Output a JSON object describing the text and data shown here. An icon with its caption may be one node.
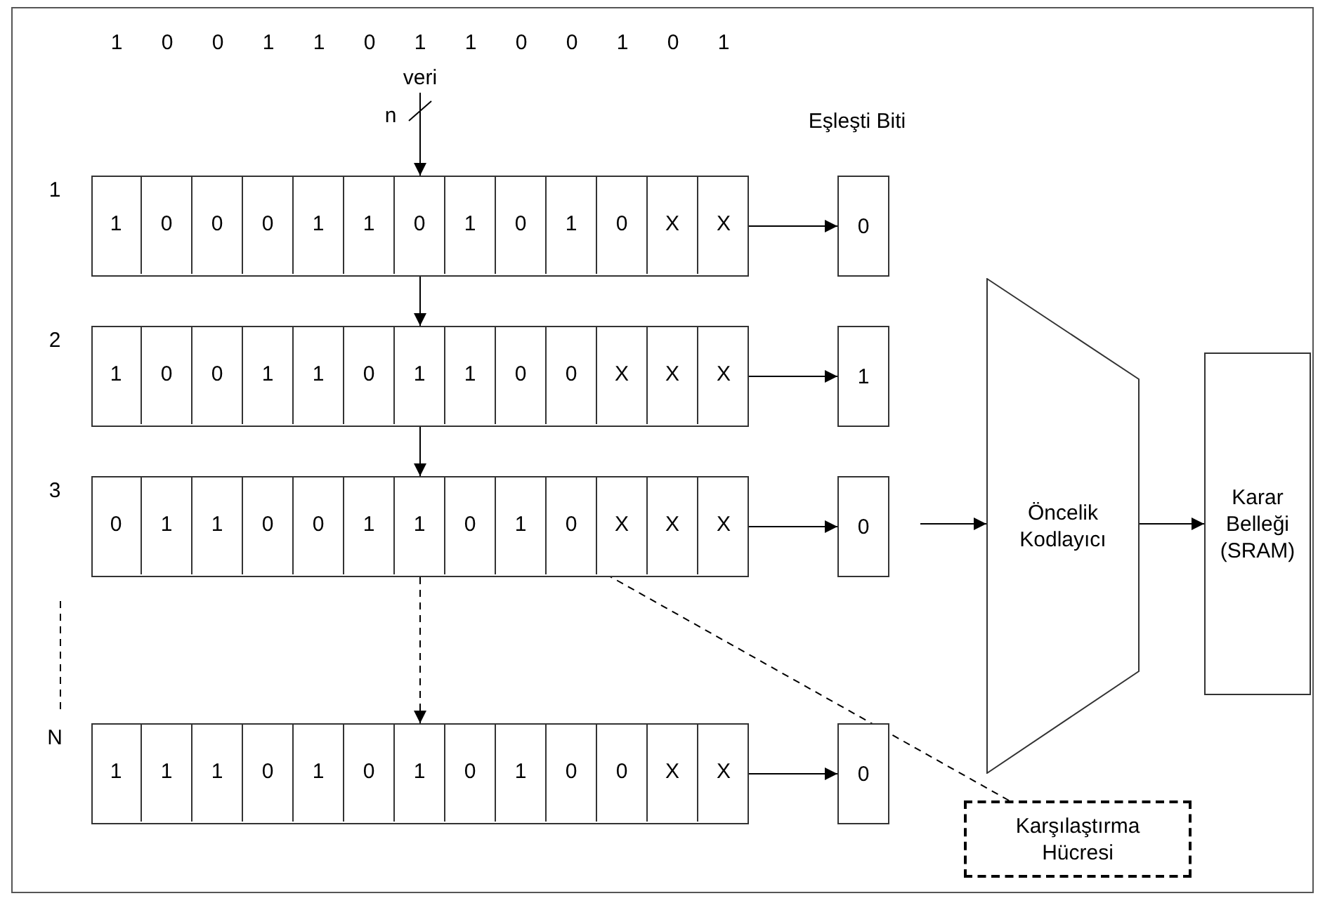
{
  "diagram": {
    "nodes": [
      {
        "text": [],
        "shape": "box",
        "beside": [
          "1"
        ]
      },
      {
        "text": [
          "1"
        ],
        "in": 0
      },
      {
        "text": [
          "0"
        ],
        "in": 0
      },
      {
        "text": [
          "0"
        ],
        "in": 0
      },
      {
        "text": [
          "0"
        ],
        "in": 0
      },
      {
        "text": [
          "1"
        ],
        "in": 0
      },
      {
        "text": [
          "1"
        ],
        "in": 0
      },
      {
        "text": [
          "0"
        ],
        "in": 0
      },
      {
        "text": [
          "1"
        ],
        "in": 0
      },
      {
        "text": [
          "0"
        ],
        "in": 0
      },
      {
        "text": [
          "1"
        ],
        "in": 0
      },
      {
        "text": [
          "0"
        ],
        "in": 0
      },
      {
        "text": [
          "X"
        ],
        "in": 0
      },
      {
        "text": [
          "X"
        ],
        "in": 0
      },
      {
        "text": [
          "0"
        ]
      },
      {
        "text": [],
        "shape": "box",
        "beside": [
          "2"
        ]
      },
      {
        "text": [
          "1"
        ],
        "in": 15
      },
      {
        "text": [
          "0"
        ],
        "in": 15
      },
      {
        "text": [
          "0"
        ],
        "in": 15
      },
      {
        "text": [
          "1"
        ],
        "in": 15
      },
      {
        "text": [
          "1"
        ],
        "in": 15
      },
      {
        "text": [
          "0"
        ],
        "in": 15
      },
      {
        "text": [
          "1"
        ],
        "in": 15
      },
      {
        "text": [
          "1"
        ],
        "in": 15
      },
      {
        "text": [
          "0"
        ],
        "in": 15
      },
      {
        "text": [
          "0"
        ],
        "in": 15
      },
      {
        "text": [
          "X"
        ],
        "in": 15
      },
      {
        "text": [
          "X"
        ],
        "in": 15
      },
      {
        "text": [
          "X"
        ],
        "in": 15
      },
      {
        "text": [
          "1"
        ]
      },
      {
        "text": [],
        "shape": "box",
        "beside": [
          "3"
        ]
      },
      {
        "text": [
          "0"
        ],
        "in": 30
      },
      {
        "text": [
          "1"
        ],
        "in": 30
      },
      {
        "text": [
          "1"
        ],
        "in": 30
      },
      {
        "text": [
          "0"
        ],
        "in": 30
      },
      {
        "text": [
          "0"
        ],
        "in": 30
      },
      {
        "text": [
          "1"
        ],
        "in": 30
      },
      {
        "text": [
          "1"
        ],
        "in": 30
      },
      {
        "text": [
          "0"
        ],
        "in": 30
      },
      {
        "text": [
          "1"
        ],
        "in": 30
      },
      {
        "text": [
          "0"
        ],
        "in": 30
      },
      {
        "text": [
          "X"
        ],
        "in": 30
      },
      {
        "text": [
          "X"
        ],
        "in": 30
      },
      {
        "text": [
          "X"
        ],
        "in": 30
      },
      {
        "text": [
          "0"
        ]
      },
      {
        "text": [
          "Öncelik Kodlayıcı"
        ]
      },
      {
        "text": [
          "Karar Belleği (SRAM)"
        ]
      },
      {
        "text": [],
        "shape": "box",
        "beside": [
          "N"
        ]
      },
      {
        "text": [
          "1"
        ],
        "in": 47
      },
      {
        "text": [
          "1"
        ],
        "in": 47
      },
      {
        "text": [
          "1"
        ],
        "in": 47
      },
      {
        "text": [
          "0"
        ],
        "in": 47
      },
      {
        "text": [
          "1"
        ],
        "in": 47
      },
      {
        "text": [
          "0"
        ],
        "in": 47
      },
      {
        "text": [
          "1"
        ],
        "in": 47
      },
      {
        "text": [
          "0"
        ],
        "in": 47
      },
      {
        "text": [
          "1"
        ],
        "in": 47
      },
      {
        "text": [
          "0"
        ],
        "in": 47
      },
      {
        "text": [
          "0"
        ],
        "in": 47
      },
      {
        "text": [
          "X"
        ],
        "in": 47
      },
      {
        "text": [
          "X"
        ],
        "in": 47
      },
      {
        "text": [
          "0"
        ]
      },
      {
        "text": [
          "Karşılaştırma Hücresi"
        ]
      }
    ],
    "edges": [
      {
        "from": null,
        "to": 7,
        "arrow": "to",
        "label": "veri"
      },
      {
        "from": 7,
        "to": 22,
        "arrow": "to"
      },
      {
        "from": 22,
        "to": 37,
        "arrow": "to"
      },
      {
        "from": 37,
        "to": 54,
        "arrow": "to",
        "style": "dashed"
      },
      {
        "from": 0,
        "to": 14,
        "arrow": "to"
      },
      {
        "from": 15,
        "to": 29,
        "arrow": "to"
      },
      {
        "from": 30,
        "to": 44,
        "arrow": "to"
      },
      {
        "from": 47,
        "to": 61,
        "arrow": "to"
      },
      {
        "from": null,
        "to": 45,
        "arrow": "to"
      },
      {
        "from": 45,
        "to": 46,
        "arrow": "to"
      },
      {
        "from": 62,
        "to": 39,
        "arrow": "none",
        "style": "dashed"
      }
    ],
    "labels": [
      "1",
      "0",
      "0",
      "1",
      "1",
      "0",
      "1",
      "1",
      "0",
      "0",
      "1",
      "0",
      "1",
      "n",
      "Eşleşti Biti"
    ]
  }
}
